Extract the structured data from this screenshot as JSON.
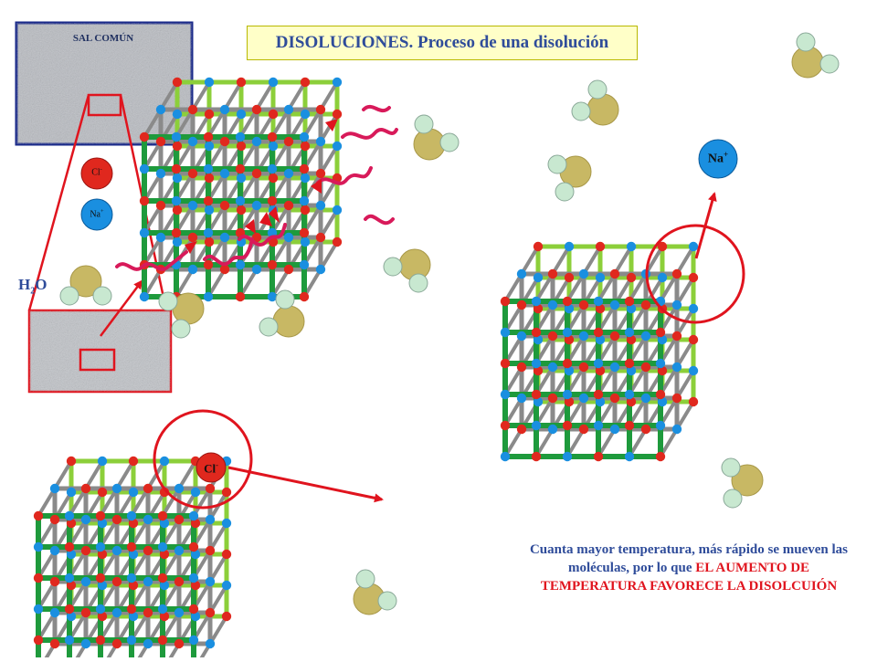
{
  "title": "DISOLUCIONES.  Proceso de una disolución",
  "salt_label": "SAL COMÚN",
  "water_label": {
    "main": "H",
    "sub": "2",
    "tail": "O"
  },
  "legend": {
    "chloride": {
      "symbol": "Cl",
      "charge": "-"
    },
    "sodium": {
      "symbol": "Na",
      "charge": "+"
    }
  },
  "released_ions": {
    "sodium": {
      "symbol": "Na",
      "charge": "+"
    },
    "chloride": {
      "symbol": "Cl",
      "charge": "-"
    }
  },
  "caption": {
    "line1": "Cuanta mayor temperatura, más rápido se mueven las moléculas, por lo que ",
    "highlight": "EL AUMENTO DE TEMPERATURA FAVORECE LA DISOLCUIÓN"
  },
  "colors": {
    "title_text": "#2f4c9a",
    "title_bg": "#ffffc8",
    "bond_green": "#1e9a3c",
    "bond_light": "#8ccf3a",
    "bond_gray": "#8a8a8a",
    "chloride": "#e0281e",
    "sodium": "#1a8fe0",
    "arrow_red": "#e0141e",
    "wave": "#d81a5a",
    "water_oxygen": "#c8b864",
    "water_hydrogen": "#c8e8d0"
  }
}
